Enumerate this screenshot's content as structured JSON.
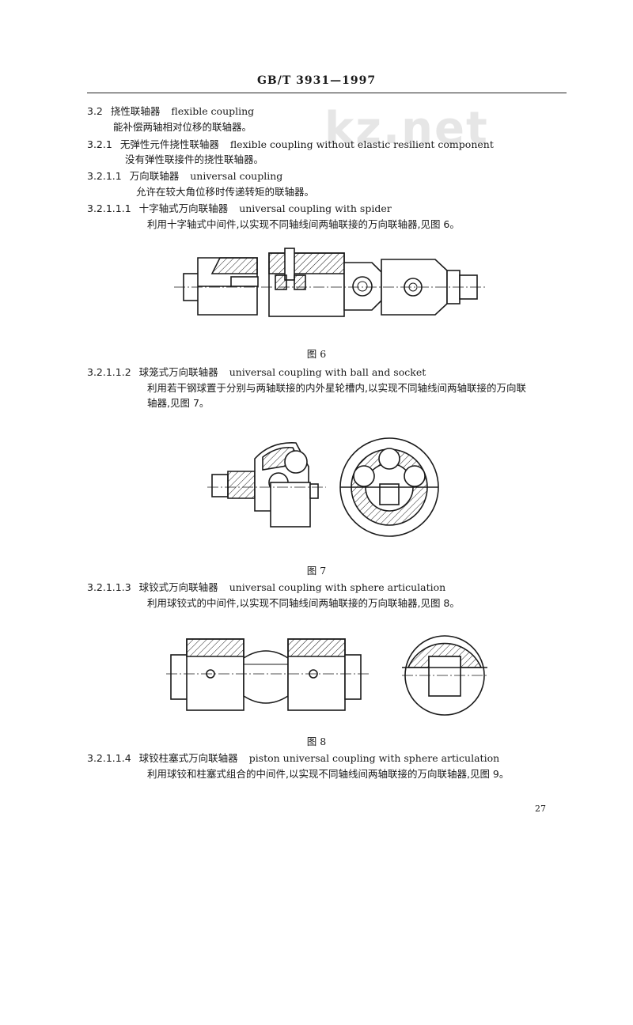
{
  "header": {
    "code": "GB/T  3931—1997"
  },
  "watermark": {
    "text": "kz.net"
  },
  "sections": [
    {
      "num": "3.2",
      "zh": "挠性联轴器",
      "en": "flexible coupling",
      "desc": "能补偿两轴相对位移的联轴器。"
    },
    {
      "num": "3.2.1",
      "zh": "无弹性元件挠性联轴器",
      "en": "flexible coupling without elastic resilient component",
      "desc": "没有弹性联接件的挠性联轴器。"
    },
    {
      "num": "3.2.1.1",
      "zh": "万向联轴器",
      "en": "universal coupling",
      "desc": "允许在较大角位移时传递转矩的联轴器。"
    },
    {
      "num": "3.2.1.1.1",
      "zh": "十字轴式万向联轴器",
      "en": "universal coupling with spider",
      "desc": "利用十字轴式中间件,以实现不同轴线间两轴联接的万向联轴器,见图 6。"
    },
    {
      "num": "3.2.1.1.2",
      "zh": "球笼式万向联轴器",
      "en": "universal coupling with ball and socket",
      "desc": "利用若干钢球置于分别与两轴联接的内外星轮槽内,以实现不同轴线间两轴联接的万向联",
      "desc2": "轴器,见图 7。"
    },
    {
      "num": "3.2.1.1.3",
      "zh": "球铰式万向联轴器",
      "en": "universal coupling with sphere articulation",
      "desc": "利用球铰式的中间件,以实现不同轴线间两轴联接的万向联轴器,见图 8。"
    },
    {
      "num": "3.2.1.1.4",
      "zh": "球铰柱塞式万向联轴器",
      "en": "piston universal coupling with sphere articulation",
      "desc": "利用球铰和柱塞式组合的中间件,以实现不同轴线间两轴联接的万向联轴器,见图 9。"
    }
  ],
  "figures": {
    "fig6": "图 6",
    "fig7": "图 7",
    "fig8": "图 8"
  },
  "page_number": "27"
}
